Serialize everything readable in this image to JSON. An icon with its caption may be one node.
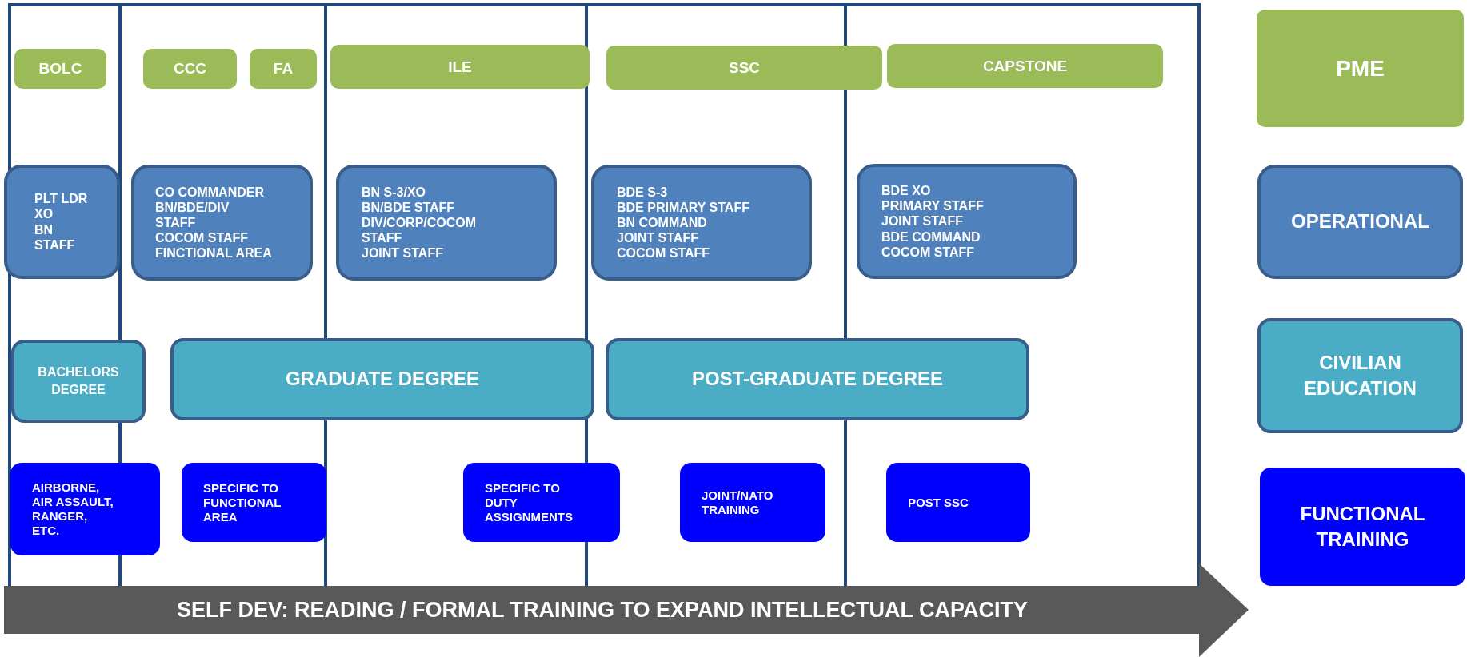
{
  "diagram": {
    "nodes": [
      {
        "text": [
          "BOLC"
        ]
      },
      {
        "text": [
          "CCC"
        ]
      },
      {
        "text": [
          "FA"
        ]
      },
      {
        "text": [
          "ILE"
        ]
      },
      {
        "text": [
          "SSC"
        ]
      },
      {
        "text": [
          "CAPSTONE"
        ]
      },
      {
        "text": [
          "PME"
        ]
      },
      {
        "text": [
          "PLT LDR XO BN STAFF"
        ]
      },
      {
        "text": [
          "CO COMMANDER BN/BDE/DIV STAFF COCOM STAFF FINCTIONAL AREA"
        ]
      },
      {
        "text": [
          "BN S-3/XO BN/BDE STAFF DIV/CORP/COCOM STAFF JOINT STAFF"
        ]
      },
      {
        "text": [
          "BDE S-3 BDE PRIMARY STAFF BN COMMAND JOINT STAFF COCOM STAFF"
        ]
      },
      {
        "text": [
          "BDE XO PRIMARY STAFF JOINT STAFF BDE COMMAND COCOM STAFF"
        ]
      },
      {
        "text": [
          "OPERATIONAL"
        ]
      },
      {
        "text": [
          "BACHELORS DEGREE"
        ]
      },
      {
        "text": [
          "GRADUATE DEGREE"
        ]
      },
      {
        "text": [
          "POST-GRADUATE DEGREE"
        ]
      },
      {
        "text": [
          "CIVILIAN EDUCATION"
        ]
      },
      {
        "text": [
          "AIRBORNE, AIR ASSAULT, RANGER, ETC."
        ]
      },
      {
        "text": [
          "SPECIFIC TO FUNCTIONAL AREA"
        ]
      },
      {
        "text": [
          "SPECIFIC TO DUTY ASSIGNMENTS"
        ]
      },
      {
        "text": [
          "JOINT/NATO TRAINING"
        ]
      },
      {
        "text": [
          "POST SSC"
        ]
      },
      {
        "text": [
          "FUNCTIONAL TRAINING"
        ]
      },
      {
        "text": [
          "SELF DEV: READING / FORMAL TRAINING TO EXPAND INTELLECTUAL CAPACITY"
        ]
      }
    ]
  }
}
